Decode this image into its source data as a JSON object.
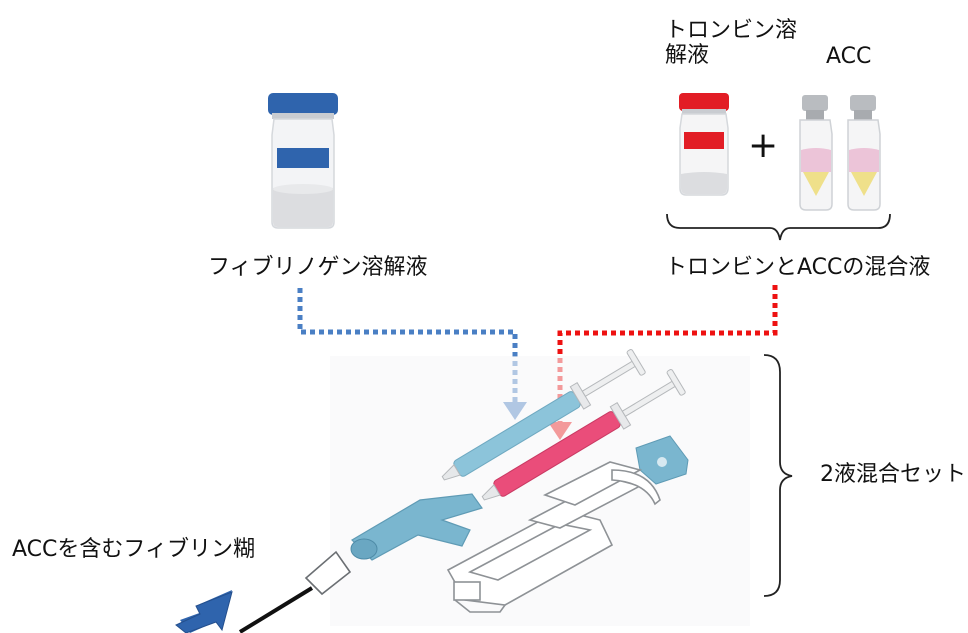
{
  "labels": {
    "fibrinogen_solution": "フィブリノゲン溶解液",
    "thrombin_solution": "トロンビン溶解液",
    "acc": "ACC",
    "thrombin_acc_mixture": "トロンビンとACCの混合液",
    "two_liquid_set": "2液混合セット",
    "fibrin_paste_with_acc": "ACCを含むフィブリン糊",
    "plus": "+"
  },
  "colors": {
    "blue_route": "#4a7fc4",
    "red_route": "#ee1111",
    "blue_cap": "#2f64ad",
    "red_cap": "#e21d25",
    "syringe_blue": "#8cc4da",
    "syringe_red": "#ea4d7a",
    "connector": "#7ab6cf",
    "output_arrow": "#2f64ad"
  },
  "icons": [
    "fibrinogen-vial-icon",
    "thrombin-vial-icon",
    "acc-vial-icon",
    "syringe-icon",
    "applicator-icon",
    "output-arrow-icon"
  ]
}
